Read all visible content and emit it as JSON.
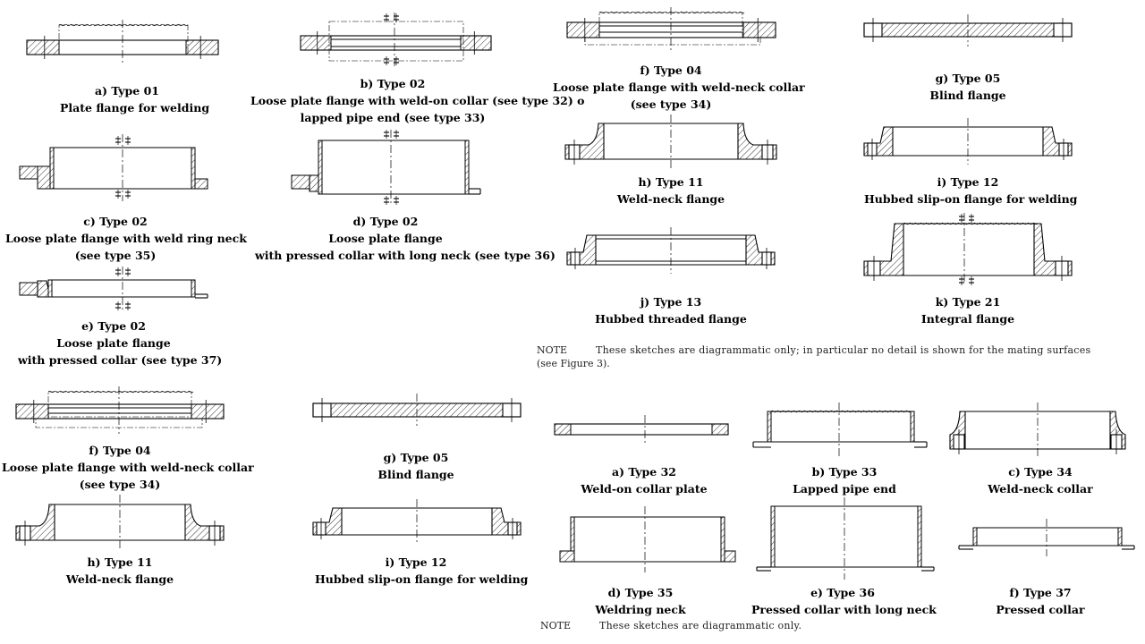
{
  "captions": {
    "a01": {
      "l1": "a) Type 01",
      "l2": "Plate flange for welding"
    },
    "b02": {
      "l1": "b) Type 02",
      "l2": "Loose plate flange with weld-on collar (see type 32) o",
      "l3": "lapped pipe end (see type 33)"
    },
    "c02": {
      "l1": "c) Type 02",
      "l2": "Loose plate flange with weld ring neck",
      "l3": "(see type 35)"
    },
    "d02": {
      "l1": "d) Type 02",
      "l2": "Loose plate flange",
      "l3": "with pressed collar with long neck (see type 36)"
    },
    "e02": {
      "l1": "e) Type 02",
      "l2": "Loose plate flange",
      "l3": "with pressed collar (see type 37)"
    },
    "f04L": {
      "l1": "f) Type 04",
      "l2": "Loose plate flange with weld-neck collar",
      "l3": "(see type 34)"
    },
    "g05L": {
      "l1": "g) Type 05",
      "l2": "Blind flange"
    },
    "h11L": {
      "l1": "h) Type 11",
      "l2": "Weld-neck flange"
    },
    "i12L": {
      "l1": "i) Type 12",
      "l2": "Hubbed slip-on flange for welding"
    },
    "f04R": {
      "l1": "f) Type 04",
      "l2": "Loose plate flange with weld-neck collar",
      "l3": "(see type 34)"
    },
    "g05R": {
      "l1": "g) Type 05",
      "l2": "Blind flange"
    },
    "h11R": {
      "l1": "h) Type 11",
      "l2": "Weld-neck flange"
    },
    "i12R": {
      "l1": "i) Type 12",
      "l2": "Hubbed slip-on flange for welding"
    },
    "j13": {
      "l1": "j) Type 13",
      "l2": "Hubbed threaded flange"
    },
    "k21": {
      "l1": "k) Type 21",
      "l2": "Integral flange"
    },
    "a32": {
      "l1": "a) Type 32",
      "l2": "Weld-on collar plate"
    },
    "b33": {
      "l1": "b) Type 33",
      "l2": "Lapped pipe end"
    },
    "c34": {
      "l1": "c) Type 34",
      "l2": "Weld-neck collar"
    },
    "d35": {
      "l1": "d) Type 35",
      "l2": "Weldring neck"
    },
    "e36": {
      "l1": "e) Type 36",
      "l2": "Pressed collar with long neck"
    },
    "f37": {
      "l1": "f) Type 37",
      "l2": "Pressed collar"
    }
  },
  "notes": {
    "top": {
      "label": "NOTE",
      "text": "These sketches are diagrammatic only; in particular no detail is shown for the mating surfaces",
      "text2": "(see Figure 3)."
    },
    "bottom": {
      "label": "NOTE",
      "text": "These sketches are diagrammatic only."
    }
  }
}
